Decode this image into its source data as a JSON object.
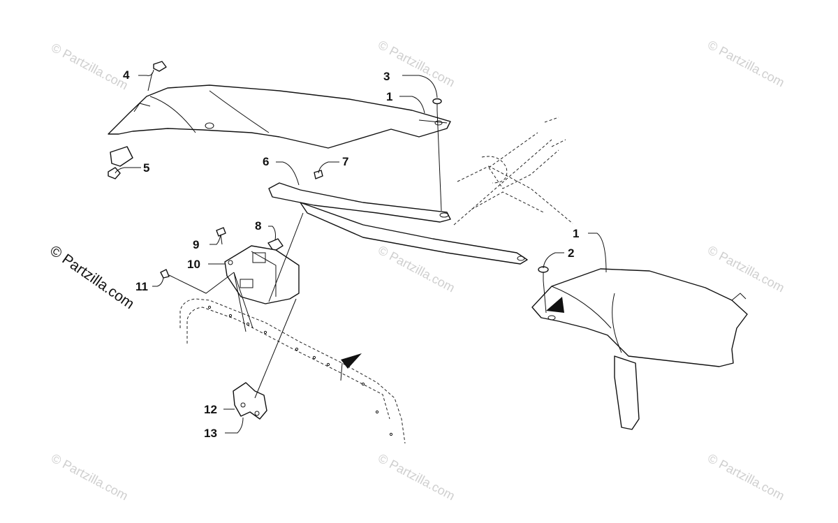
{
  "watermark": "© Partzilla.com",
  "copyright": "© Partzilla.com",
  "callouts": {
    "c4": "4",
    "c3": "3",
    "c1a": "1",
    "c5": "5",
    "c6": "6",
    "c7": "7",
    "c8": "8",
    "c9": "9",
    "c10": "10",
    "c11": "11",
    "c1b": "1",
    "c2": "2",
    "c12": "12",
    "c13": "13"
  }
}
